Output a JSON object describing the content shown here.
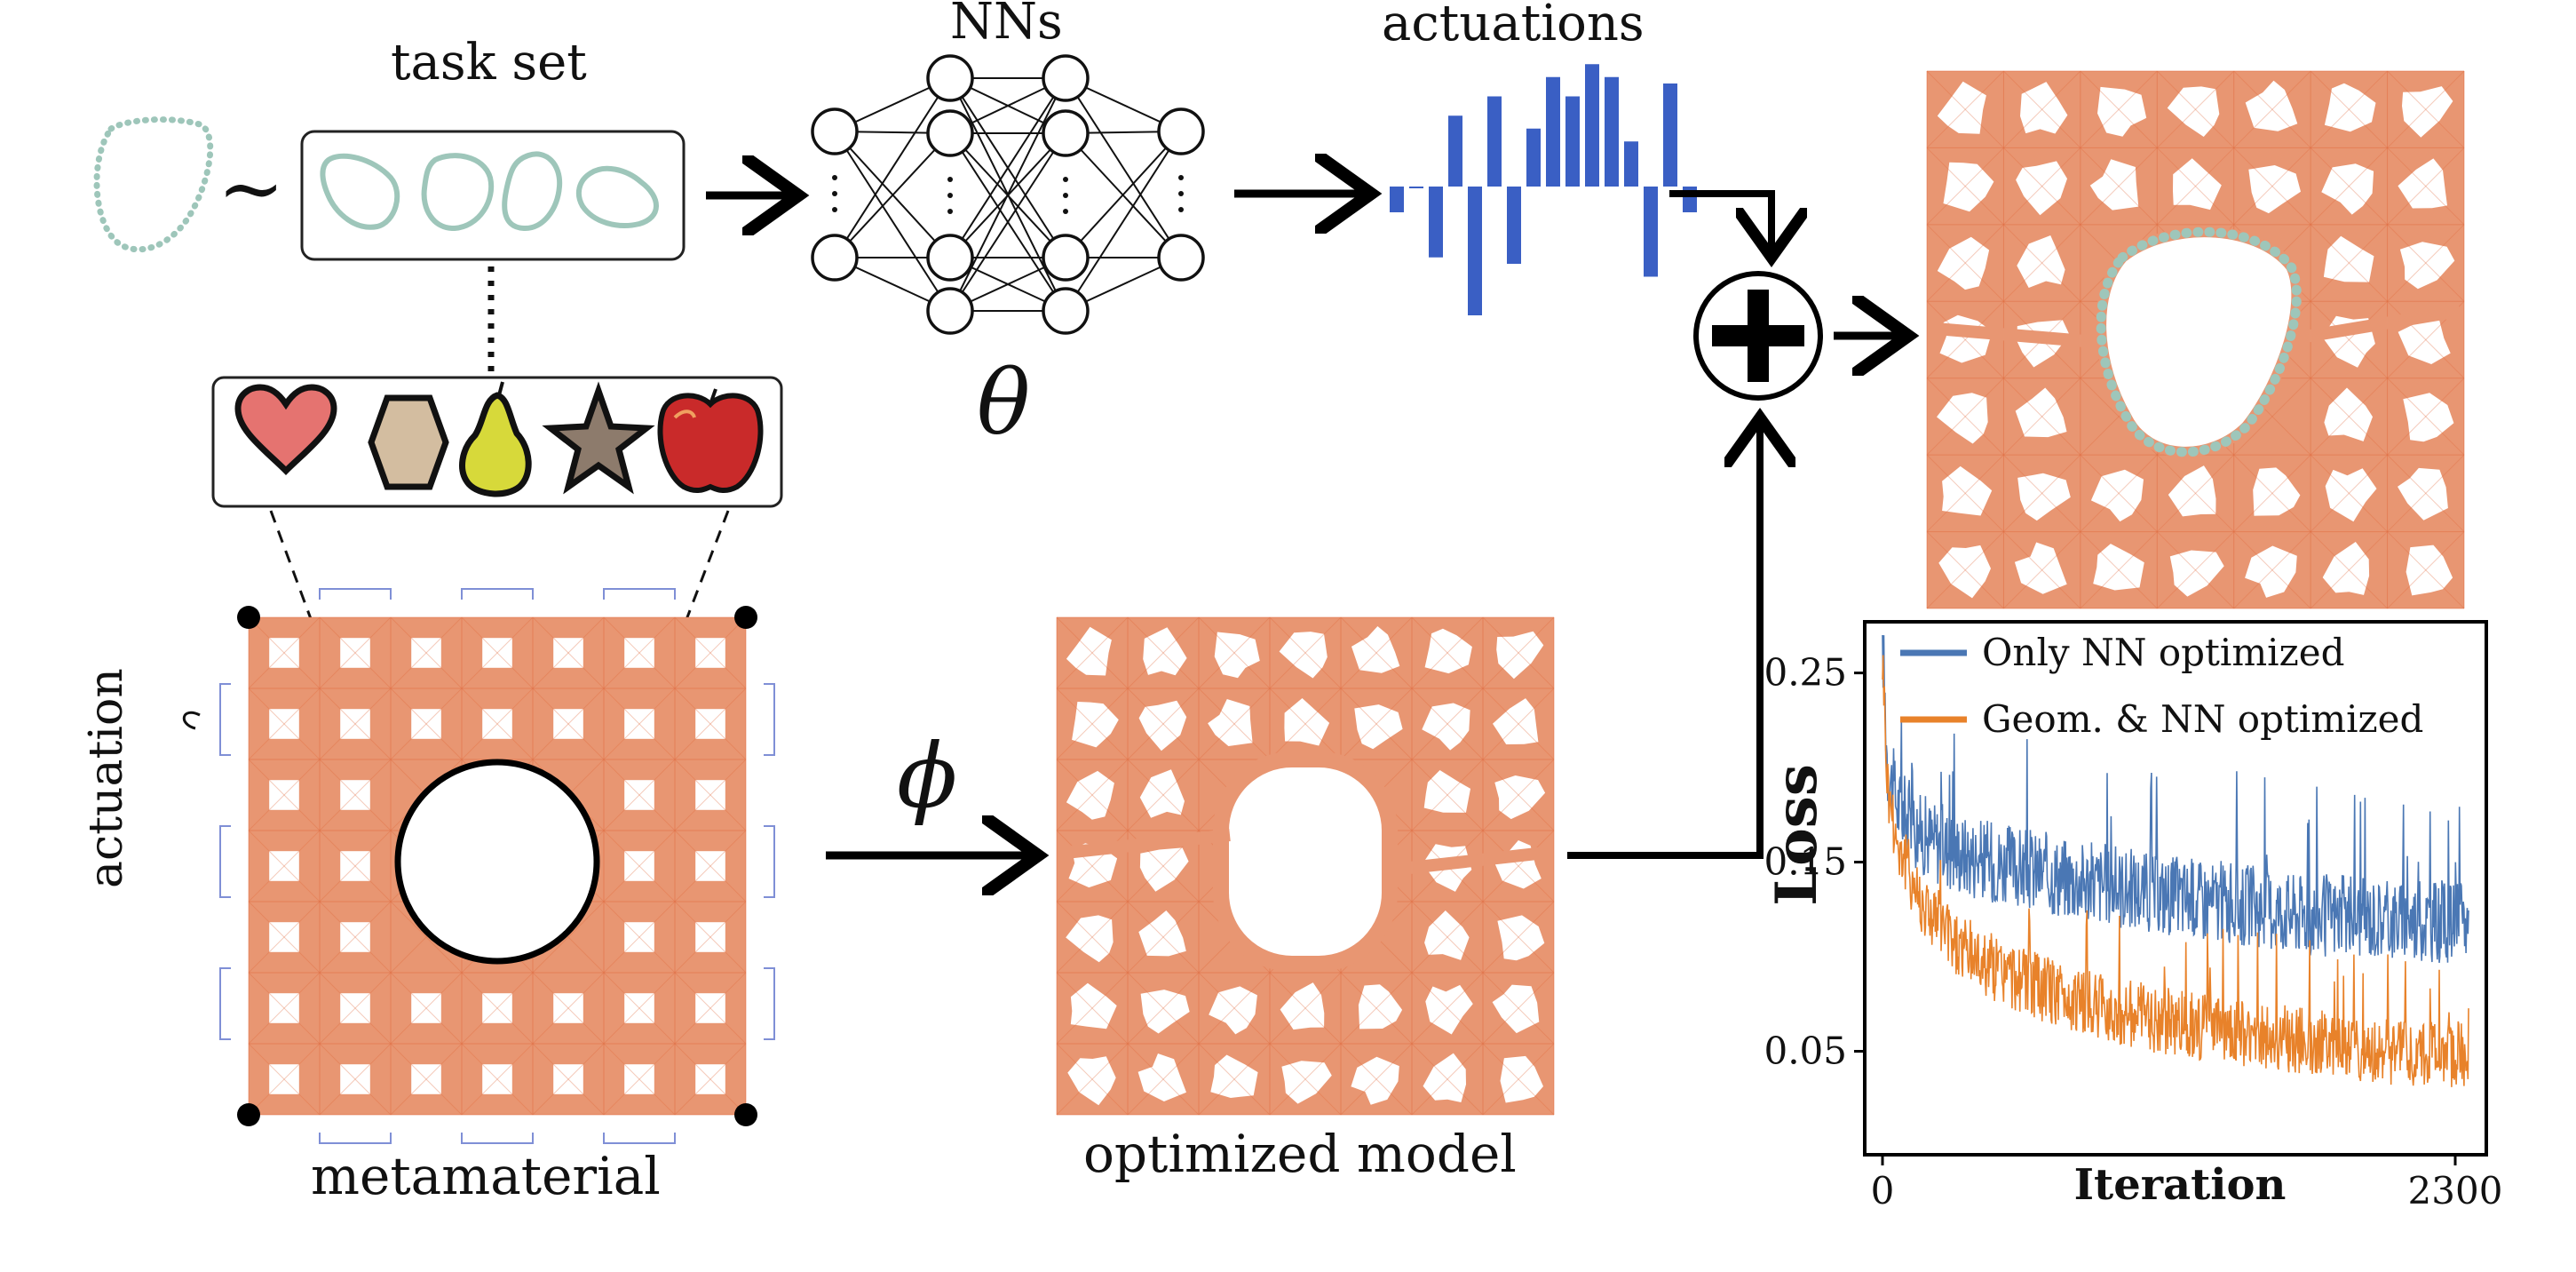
{
  "labels": {
    "task_set": "task set",
    "nns": "NNs",
    "actuations": "actuations",
    "theta": "θ",
    "phi": "ϕ",
    "tilde": "~",
    "actuation": "actuation",
    "metamaterial": "metamaterial",
    "optimized_model": "optimized model"
  },
  "colors": {
    "lattice": "#e89672",
    "lattice_line": "#e06a3e",
    "target_curve": "#9ec6ba",
    "actuation_bar": "#3a5fc4",
    "series_nn": "#4a77b4",
    "series_geom": "#e8822a"
  },
  "icons": [
    "heart-icon",
    "hexagon-icon",
    "pear-icon",
    "star-icon",
    "apple-icon"
  ],
  "actuations": [
    -0.2,
    0,
    -0.55,
    0.55,
    -1.0,
    0.7,
    -0.6,
    0.45,
    0.85,
    0.7,
    0.95,
    0.85,
    0.35,
    -0.7,
    0.8,
    -0.2
  ],
  "chart_data": {
    "type": "line",
    "title": "",
    "xlabel": "Iteration",
    "ylabel": "Loss",
    "xlim": [
      0,
      2300
    ],
    "ylim": [
      0,
      0.27
    ],
    "x_ticks": [
      "0",
      "2300"
    ],
    "y_ticks": [
      "0.05",
      "0.15",
      "0.25"
    ],
    "legend_position": "top-right",
    "series": [
      {
        "name": "Only NN optimized",
        "color": "#4a77b4",
        "x": [
          0,
          20,
          60,
          150,
          300,
          500,
          800,
          1100,
          1400,
          1700,
          2000,
          2300
        ],
        "values": [
          0.27,
          0.2,
          0.18,
          0.165,
          0.155,
          0.148,
          0.14,
          0.133,
          0.128,
          0.122,
          0.12,
          0.118
        ]
      },
      {
        "name": "Geom. & NN optimized",
        "color": "#e8822a",
        "x": [
          0,
          20,
          60,
          150,
          300,
          500,
          800,
          1100,
          1400,
          1700,
          2000,
          2300
        ],
        "values": [
          0.26,
          0.19,
          0.16,
          0.13,
          0.105,
          0.09,
          0.075,
          0.066,
          0.06,
          0.055,
          0.05,
          0.048
        ]
      }
    ]
  }
}
